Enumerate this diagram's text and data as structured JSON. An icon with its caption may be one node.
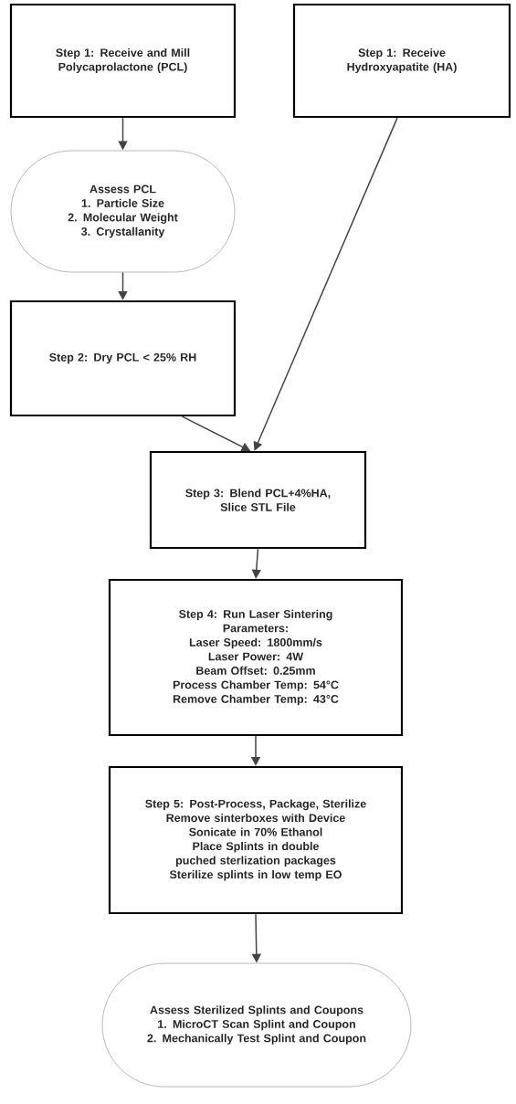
{
  "diagram": {
    "nodes": [
      {
        "text": [
          "Step 1: Receive and Mill Polycaprolactone (PCL)"
        ]
      },
      {
        "text": [
          "Step 1: Receive Hydroxyapatite (HA)"
        ]
      },
      {
        "text": [
          "Assess PCL",
          "1. Particle Size",
          "2. Molecular Weight",
          "3. Crystallanity"
        ]
      },
      {
        "text": [
          "Step 2: Dry PCL < 25% RH"
        ]
      },
      {
        "text": [
          "Step 3: Blend PCL+4%HA,",
          "Slice STL File"
        ]
      },
      {
        "text": [
          "Step 4: Run Laser Sintering",
          "Parameters:",
          "Laser Speed: 1800mm/s",
          "Laser Power: 4W",
          "Beam Offset: 0.25mm",
          "Process Chamber Temp: 54°C",
          "Remove Chamber Temp: 43°C"
        ]
      },
      {
        "text": [
          "Step 5: Post-Process, Package, Sterilize",
          "Remove sinterboxes with Device",
          "Sonicate in 70% Ethanol",
          "Place Splints in double puched sterlization packages",
          "Sterilize splints in low temp EO"
        ]
      },
      {
        "text": [
          "Assess Sterilized Splints and Coupons",
          "1. MicroCT Scan Splint and Coupon",
          "2. Mechanically Test Splint and Coupon"
        ]
      }
    ],
    "edges": [
      {
        "from": 0,
        "to": 2,
        "arrow": "to"
      },
      {
        "from": 2,
        "to": 3,
        "arrow": "to"
      },
      {
        "from": 3,
        "to": 4,
        "arrow": "to"
      },
      {
        "from": 1,
        "to": 4,
        "arrow": "to"
      },
      {
        "from": 4,
        "to": 5,
        "arrow": "to"
      },
      {
        "from": 5,
        "to": 6,
        "arrow": "to"
      },
      {
        "from": 6,
        "to": 7,
        "arrow": "to"
      }
    ]
  }
}
